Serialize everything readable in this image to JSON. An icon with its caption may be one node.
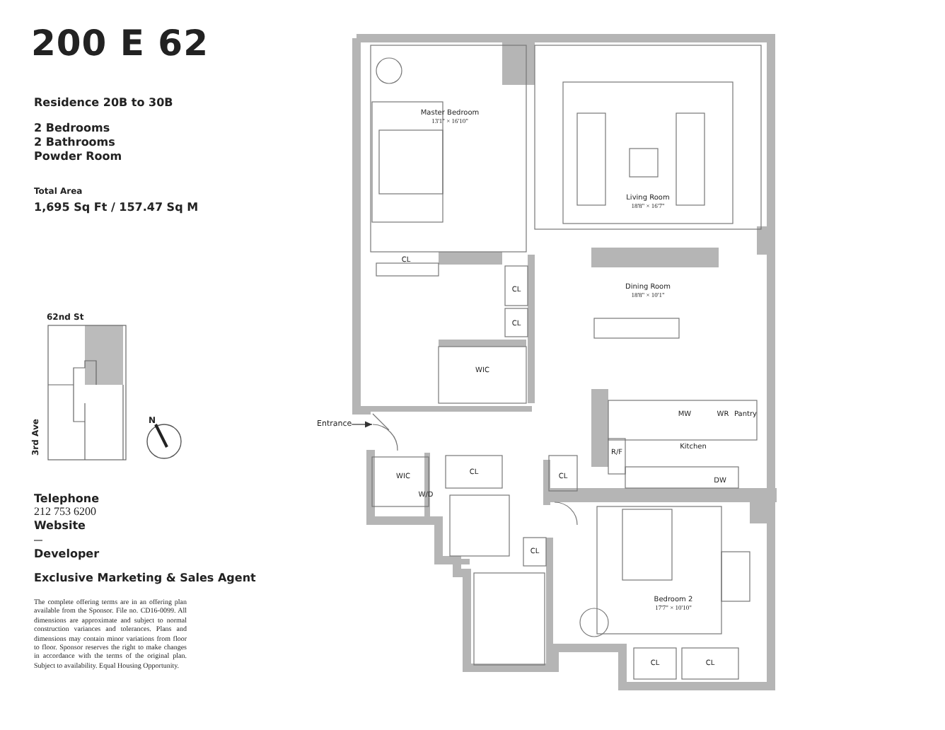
{
  "diagram": {
    "title": "200 E 62",
    "nodes": [
      {
        "text": [
          "Entrance"
        ]
      },
      {
        "text": [],
        "shape": "door"
      }
    ],
    "edges": [
      {
        "from": 0,
        "to": 1,
        "arrow": "to"
      }
    ],
    "labels": [
      "Residence 20B to 30B",
      "2 Bedrooms",
      "2 Bathrooms",
      "Powder Room",
      "Total Area",
      "1,695 Sq Ft / 157.47 Sq M",
      "62nd St",
      "3rd Ave",
      "N",
      "Telephone",
      "212 753 6200",
      "Website",
      "Developer",
      "Exclusive Marketing & Sales Agent",
      "The complete offering terms are in an offering plan available from the Sponsor. File no. CD16-0099. All dimensions are approximate and subject to normal construction variances and tolerances. Plans and dimensions may contain minor variations from floor to floor. Sponsor reserves the right to make changes in accordance with the terms of the original plan. Subject to availability. Equal Housing Opportunity.",
      "Master Bedroom",
      "13'1\" × 16'10\"",
      "Living Room",
      "18'8\" × 16'7\"",
      "CL",
      "Dining Room",
      "18'8\" × 10'1\"",
      "CL",
      "CL",
      "WIC",
      "MW",
      "WR",
      "Pantry",
      "R/F",
      "Kitchen",
      "WIC",
      "CL",
      "CL",
      "DW",
      "W/D",
      "CL",
      "Bedroom 2",
      "17'7\" × 10'10\"",
      "CL",
      "CL"
    ]
  }
}
